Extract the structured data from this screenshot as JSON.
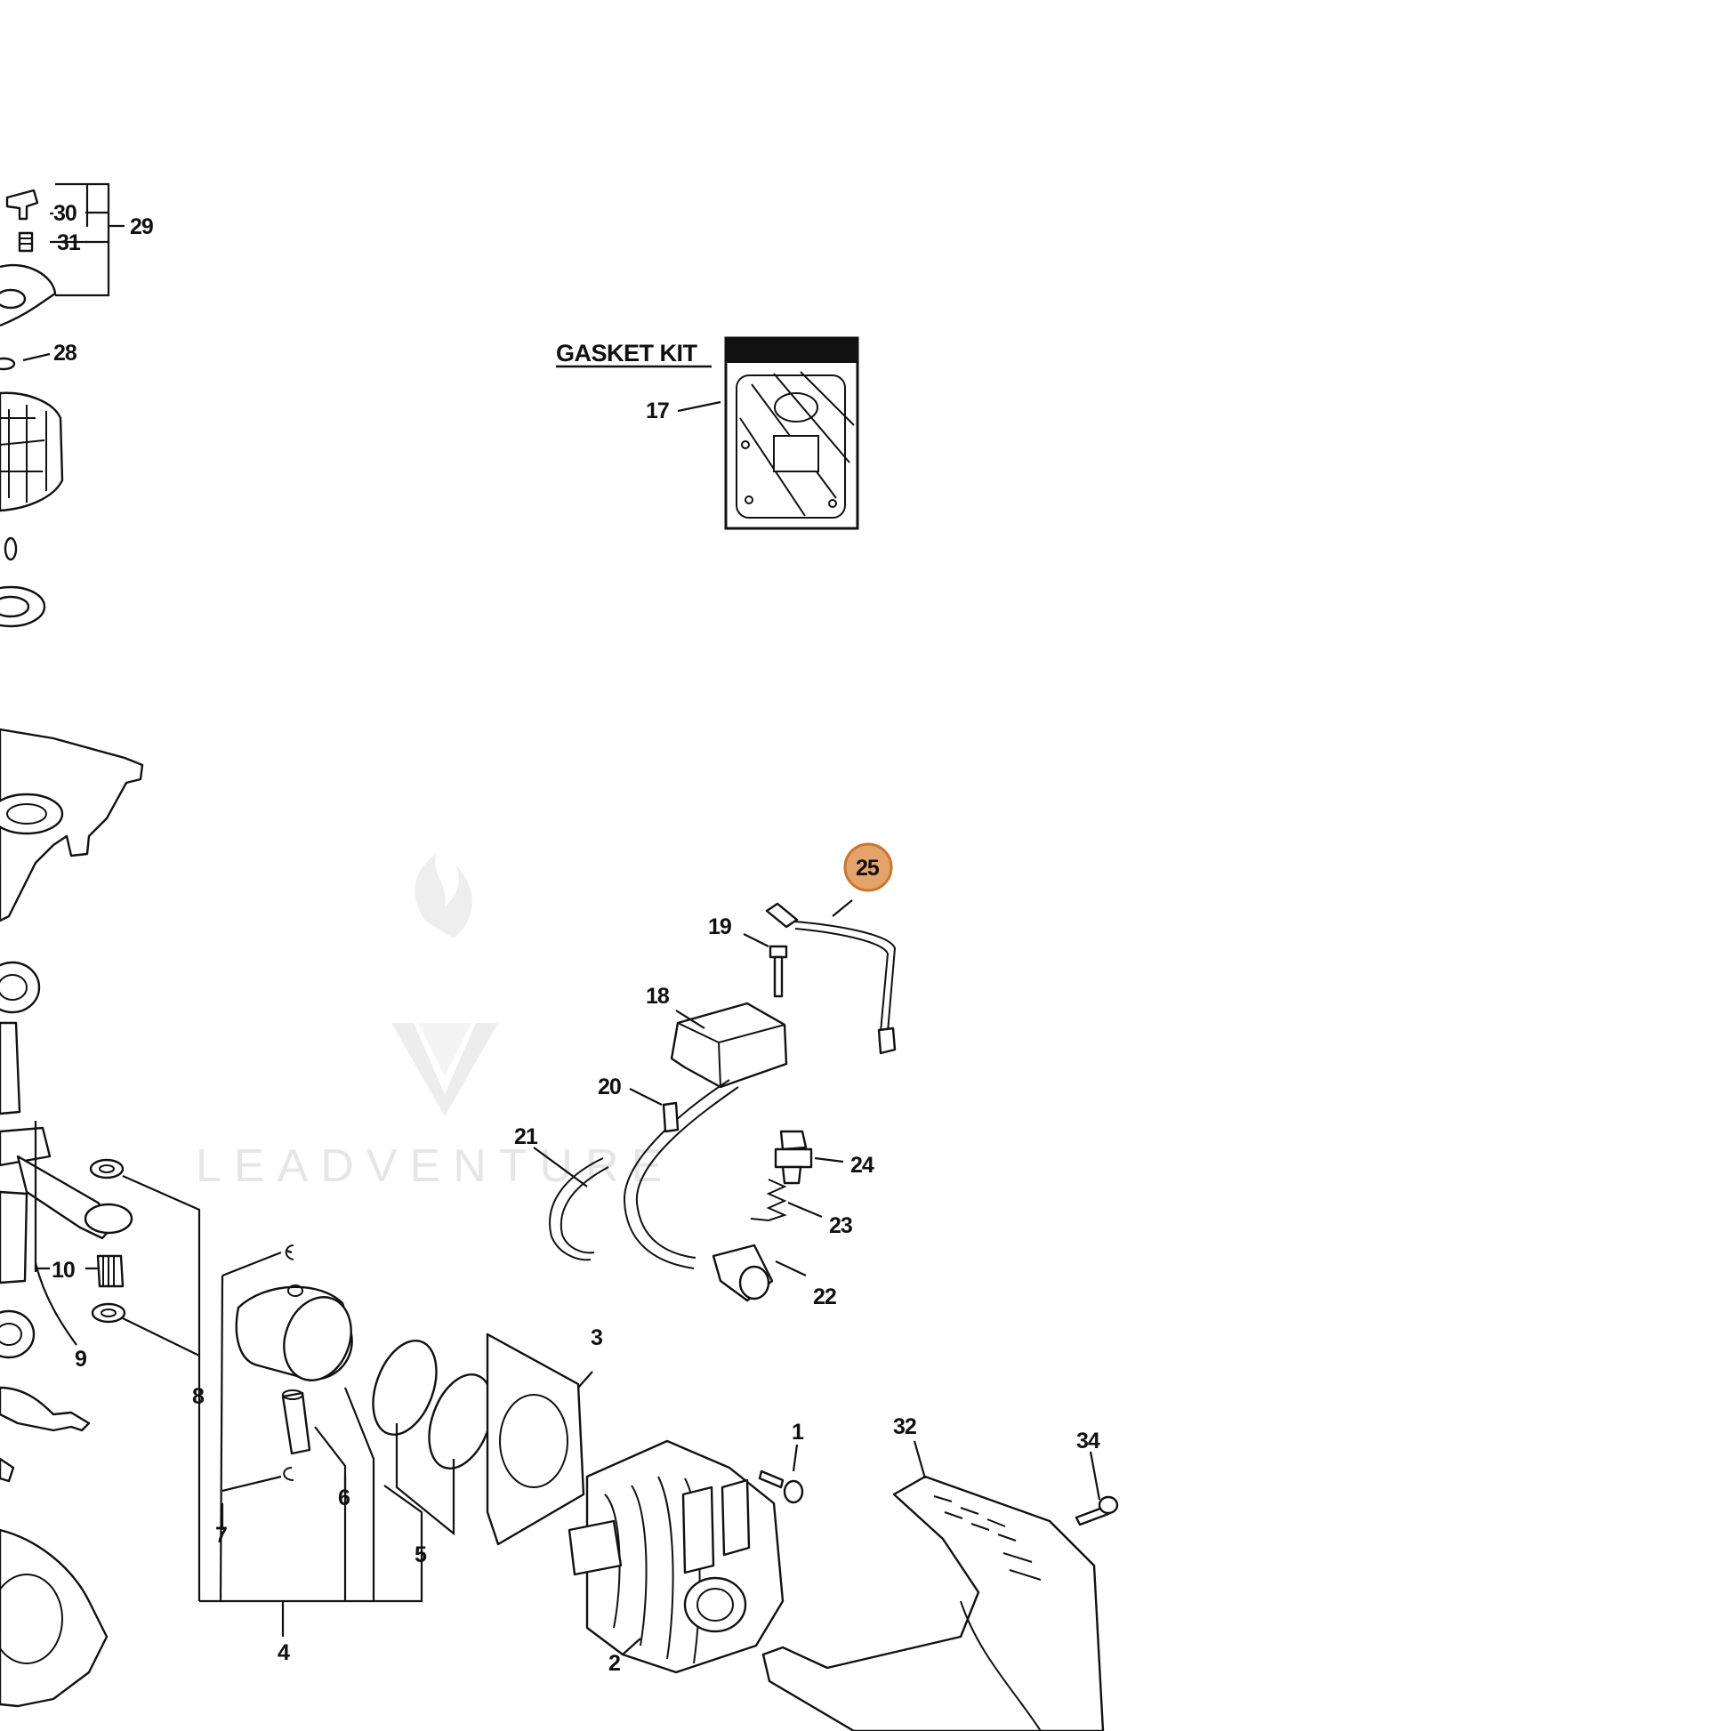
{
  "diagram": {
    "gasket_kit_label": "GASKET KIT",
    "watermark_text": "LEADVENTURE",
    "highlight_color": "#e3a36b",
    "callouts": {
      "c1": "1",
      "c2": "2",
      "c3": "3",
      "c4": "4",
      "c5": "5",
      "c6": "6",
      "c7": "7",
      "c8": "8",
      "c9": "9",
      "c10": "10",
      "c17": "17",
      "c18": "18",
      "c19": "19",
      "c20": "20",
      "c21": "21",
      "c22": "22",
      "c23": "23",
      "c24": "24",
      "c25": "25",
      "c28": "28",
      "c29": "29",
      "c30": "30",
      "c31": "31",
      "c32": "32",
      "c34": "34"
    },
    "highlighted_callout": "25"
  }
}
